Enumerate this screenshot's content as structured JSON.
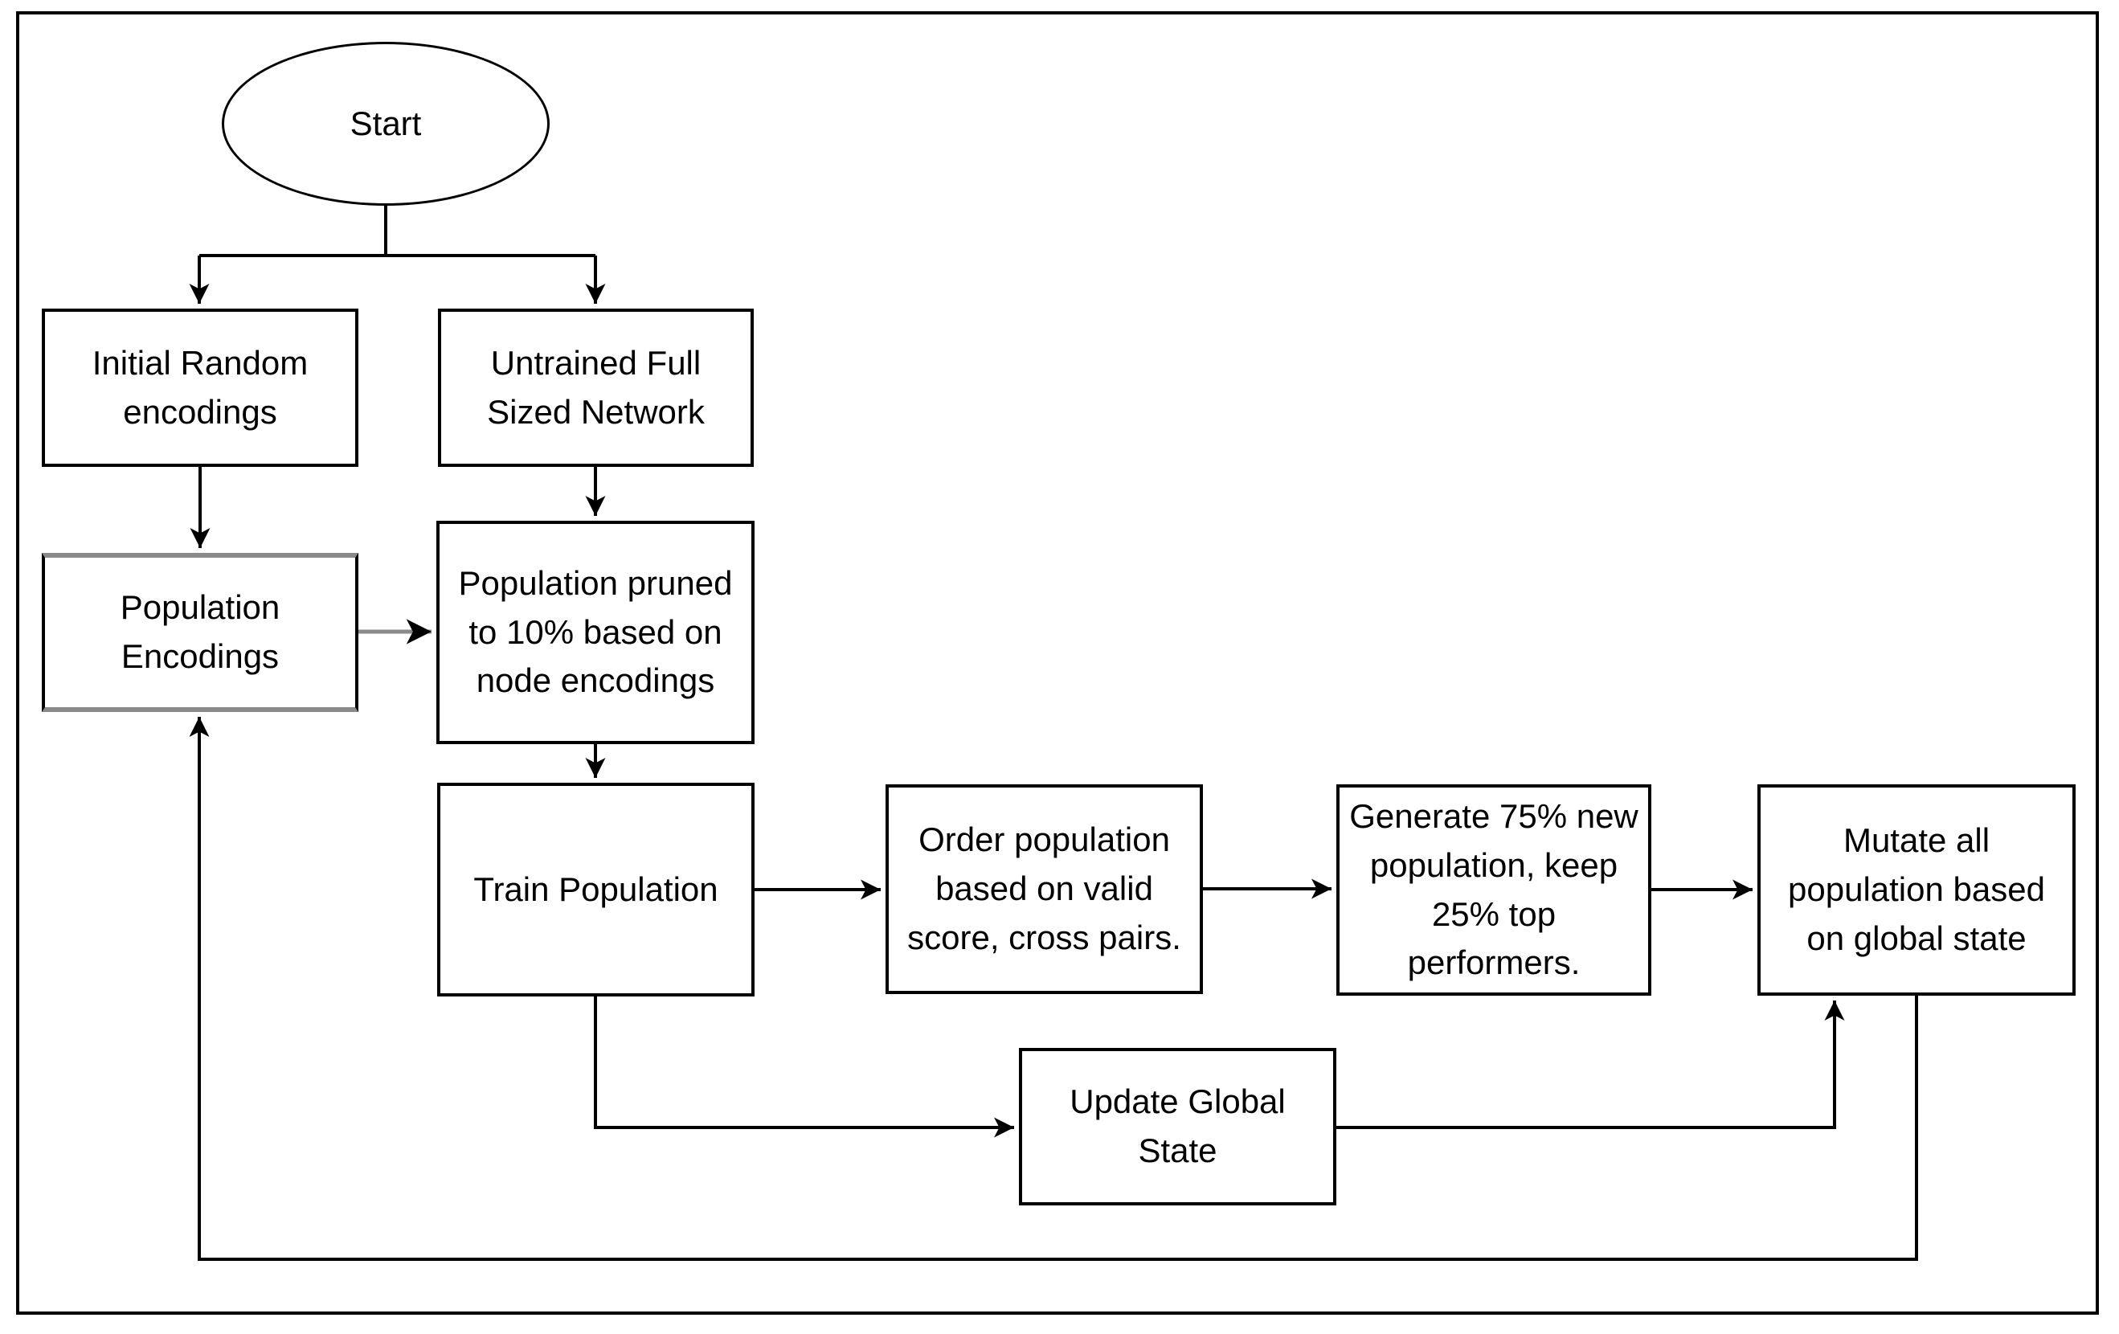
{
  "diagram": {
    "type": "flowchart",
    "colors": {
      "stroke": "#000000",
      "highlight": "#8a8a8a",
      "background": "#ffffff"
    },
    "nodes": {
      "start": {
        "label": "Start",
        "shape": "ellipse"
      },
      "initial_random": {
        "label": "Initial Random encodings",
        "shape": "rect"
      },
      "untrained_network": {
        "label": "Untrained Full Sized Network",
        "shape": "rect"
      },
      "population_encodings": {
        "label": "Population Encodings",
        "shape": "rect",
        "border_color": "#8a8a8a"
      },
      "population_pruned": {
        "label": "Population pruned to 10% based on node encodings",
        "shape": "rect"
      },
      "train_population": {
        "label": "Train Population",
        "shape": "rect"
      },
      "order_population": {
        "label": "Order population based on valid score, cross pairs.",
        "shape": "rect"
      },
      "generate_population": {
        "label": "Generate 75% new population, keep 25% top performers.",
        "shape": "rect"
      },
      "mutate_population": {
        "label": "Mutate all population based on global state",
        "shape": "rect"
      },
      "update_global_state": {
        "label": "Update Global State",
        "shape": "rect"
      }
    },
    "edges": [
      {
        "from": "start",
        "to": "initial_random"
      },
      {
        "from": "start",
        "to": "untrained_network"
      },
      {
        "from": "initial_random",
        "to": "population_encodings"
      },
      {
        "from": "population_encodings",
        "to": "population_pruned",
        "color": "#8a8a8a"
      },
      {
        "from": "untrained_network",
        "to": "population_pruned"
      },
      {
        "from": "population_pruned",
        "to": "train_population"
      },
      {
        "from": "train_population",
        "to": "order_population"
      },
      {
        "from": "order_population",
        "to": "generate_population"
      },
      {
        "from": "generate_population",
        "to": "mutate_population"
      },
      {
        "from": "train_population",
        "to": "update_global_state"
      },
      {
        "from": "update_global_state",
        "to": "mutate_population"
      },
      {
        "from": "mutate_population",
        "to": "population_encodings"
      }
    ]
  }
}
